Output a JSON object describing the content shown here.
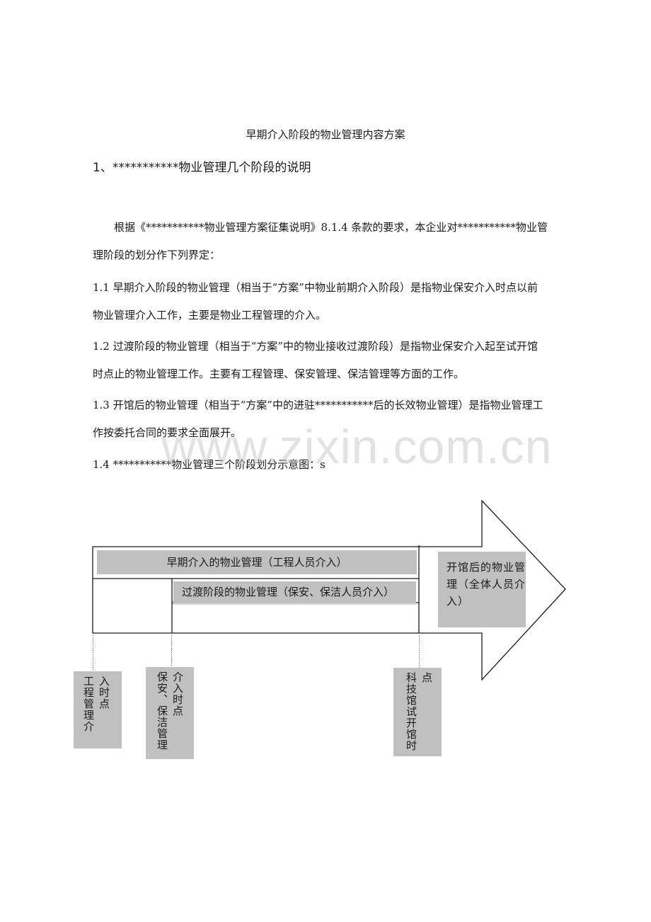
{
  "document": {
    "title": "早期介入阶段的物业管理内容方案",
    "section_heading": "1、***********物业管理几个阶段的说明",
    "paragraphs": [
      {
        "id": "intro_line1",
        "text": "　　根据《***********物业管理方案征集说明》8.1.4 条款的要求，本企业对***********物业管"
      },
      {
        "id": "intro_line2",
        "text": "理阶段的划分作下列界定："
      },
      {
        "id": "p1_1_line1",
        "text": "1.1  早期介入阶段的物业管理（相当于“方案”中物业前期介入阶段）是指物业保安介入时点以前"
      },
      {
        "id": "p1_1_line2",
        "text": "物业管理介入工作，主要是物业工程管理的介入。"
      },
      {
        "id": "p1_2_line1",
        "text": "1.2  过渡阶段的物业管理（相当于“方案”中的物业接收过渡阶段）是指物业保安介入起至试开馆"
      },
      {
        "id": "p1_2_line2",
        "text": "时点止的物业管理工作。主要有工程管理、保安管理、保洁管理等方面的工作。"
      },
      {
        "id": "p1_3_line1",
        "text": "1.3  开馆后的物业管理（相当于“方案”中的进驻***********后的长效物业管理）是指物业管理工"
      },
      {
        "id": "p1_3_line2",
        "text": "作按委托合同的要求全面展开。"
      },
      {
        "id": "p1_4_line1",
        "text": "1.4  ***********物业管理三个阶段划分示意图：s"
      }
    ],
    "watermark": "www.zixin.com.cn"
  },
  "diagram": {
    "band_early": "早期介入的物业管理（工程人员介入）",
    "band_transition": "过渡阶段的物业管理（保安、保洁人员介入）",
    "after_opening": "开馆后的物业管理（全体人员介入）",
    "milestones": [
      {
        "label": "工程管理介入时点"
      },
      {
        "label": "保安、保洁管理介入时点"
      },
      {
        "label": "科技馆试开馆时点"
      }
    ],
    "colors": {
      "band_fill": "#c0c0c0",
      "line": "#1a1a1a",
      "background": "#ffffff"
    }
  }
}
